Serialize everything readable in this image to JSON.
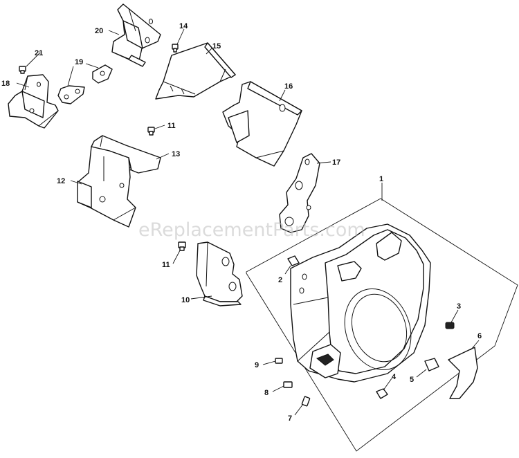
{
  "watermark": "eReplacementParts.com",
  "callouts": {
    "c1": "1",
    "c2": "2",
    "c3": "3",
    "c4": "4",
    "c5": "5",
    "c6": "6",
    "c7": "7",
    "c8": "8",
    "c9": "9",
    "c10": "10",
    "c11a": "11",
    "c11b": "11",
    "c12": "12",
    "c13": "13",
    "c14": "14",
    "c15": "15",
    "c16": "16",
    "c17": "17",
    "c18": "18",
    "c19": "19",
    "c20": "20",
    "c21": "21"
  }
}
